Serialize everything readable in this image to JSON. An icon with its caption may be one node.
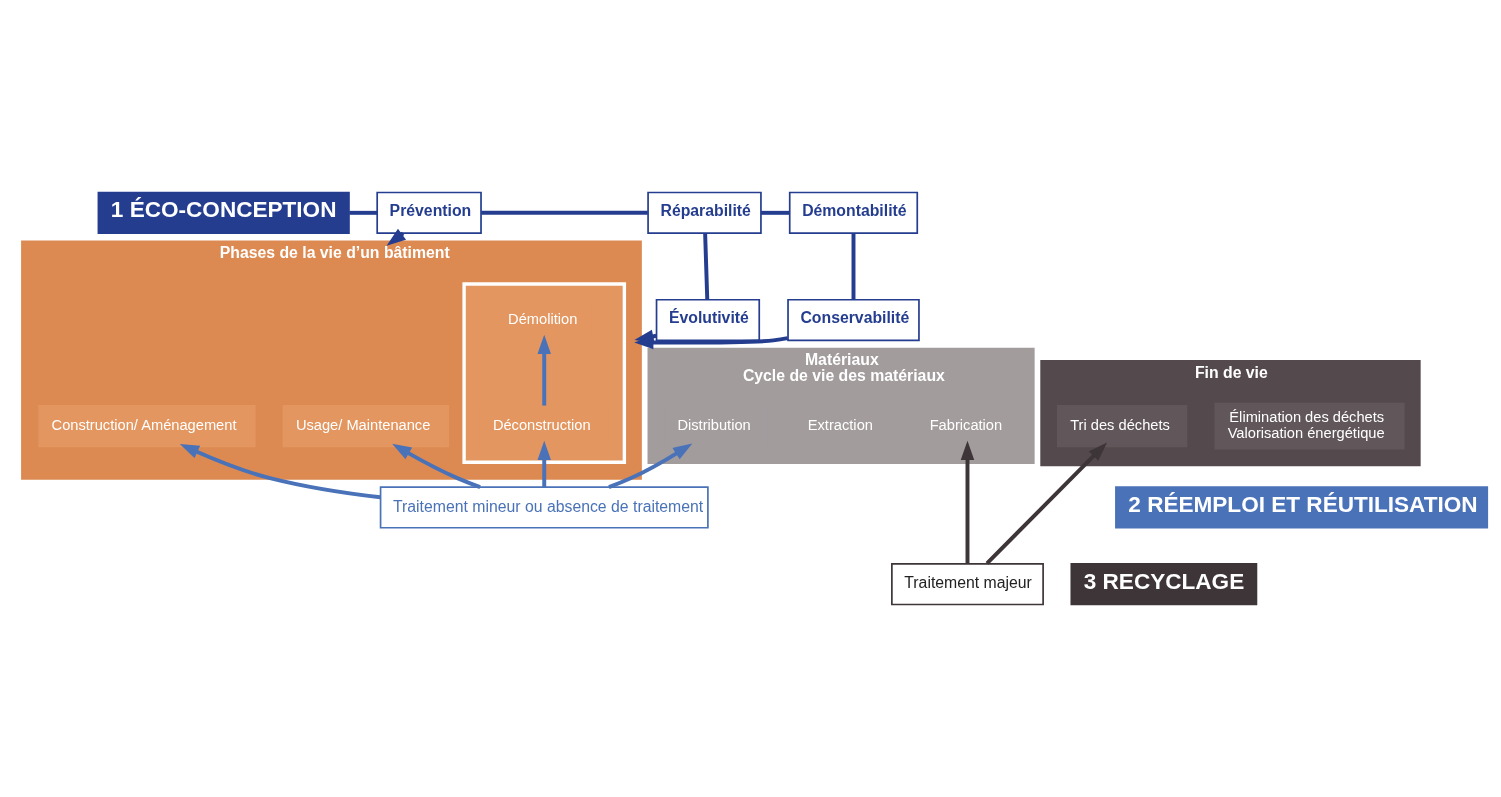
{
  "diagram": {
    "nodes": [
      {
        "text": [
          "1 ÉCO-CONCEPTION"
        ]
      },
      {
        "text": [
          "Prévention"
        ]
      },
      {
        "text": [
          "Réparabilité"
        ]
      },
      {
        "text": [
          "Démontabilité"
        ]
      },
      {
        "text": [
          "Évolutivité"
        ]
      },
      {
        "text": [
          "Conservabilité"
        ]
      },
      {
        "text": [
          "Matériaux",
          "Cycle de vie des matériaux"
        ]
      },
      {
        "text": [
          "Extraction"
        ],
        "in": 6
      },
      {
        "text": [
          "Fabrication"
        ],
        "in": 6
      },
      {
        "text": [
          "Distribution"
        ],
        "in": 6
      },
      {
        "text": [
          "Phases de la vie d’un bâtiment"
        ]
      },
      {
        "text": [
          "Construction/ Aménagement"
        ],
        "in": 10
      },
      {
        "text": [
          "Usage/ Maintenance"
        ],
        "in": 10
      },
      {
        "text": [],
        "shape": "box",
        "in": 10
      },
      {
        "text": [
          "Démolition"
        ],
        "in": 13
      },
      {
        "text": [
          "Déconstruction"
        ],
        "in": 13
      },
      {
        "text": [
          "Fin de vie"
        ]
      },
      {
        "text": [
          "Tri des déchets"
        ],
        "in": 16
      },
      {
        "text": [
          "Élimination des déchets",
          "Valorisation énergétique"
        ],
        "in": 16
      },
      {
        "text": [
          "Traitement mineur ou absence de traitement"
        ]
      },
      {
        "text": [
          "2 RÉEMPLOI ET RÉUTILISATION"
        ]
      },
      {
        "text": [
          "Traitement majeur"
        ]
      },
      {
        "text": [
          "3 RECYCLAGE"
        ]
      }
    ],
    "edges": [
      {
        "from": 0,
        "to": 1,
        "arrow": "none"
      },
      {
        "from": 1,
        "to": 2,
        "arrow": "none"
      },
      {
        "from": 2,
        "to": 3,
        "arrow": "none"
      },
      {
        "from": 2,
        "to": 4,
        "arrow": "none"
      },
      {
        "from": 3,
        "to": 5,
        "arrow": "none"
      },
      {
        "from": 1,
        "to": 10,
        "arrow": "to"
      },
      {
        "from": 4,
        "to": 10,
        "arrow": "to"
      },
      {
        "from": 5,
        "to": 10,
        "arrow": "to"
      },
      {
        "from": 15,
        "to": 14,
        "arrow": "to",
        "color": "#4a72b8"
      },
      {
        "from": 19,
        "to": 15,
        "arrow": "to",
        "color": "#4a72b8"
      },
      {
        "from": 19,
        "to": 12,
        "arrow": "to",
        "color": "#4a72b8"
      },
      {
        "from": 19,
        "to": 11,
        "arrow": "to",
        "color": "#4a72b8"
      },
      {
        "from": 19,
        "to": 9,
        "arrow": "to",
        "color": "#4a72b8"
      },
      {
        "from": 21,
        "to": 17,
        "arrow": "to",
        "color": "#3d3537"
      },
      {
        "from": 21,
        "to": 8,
        "arrow": "to",
        "color": "#3d3537"
      }
    ]
  }
}
